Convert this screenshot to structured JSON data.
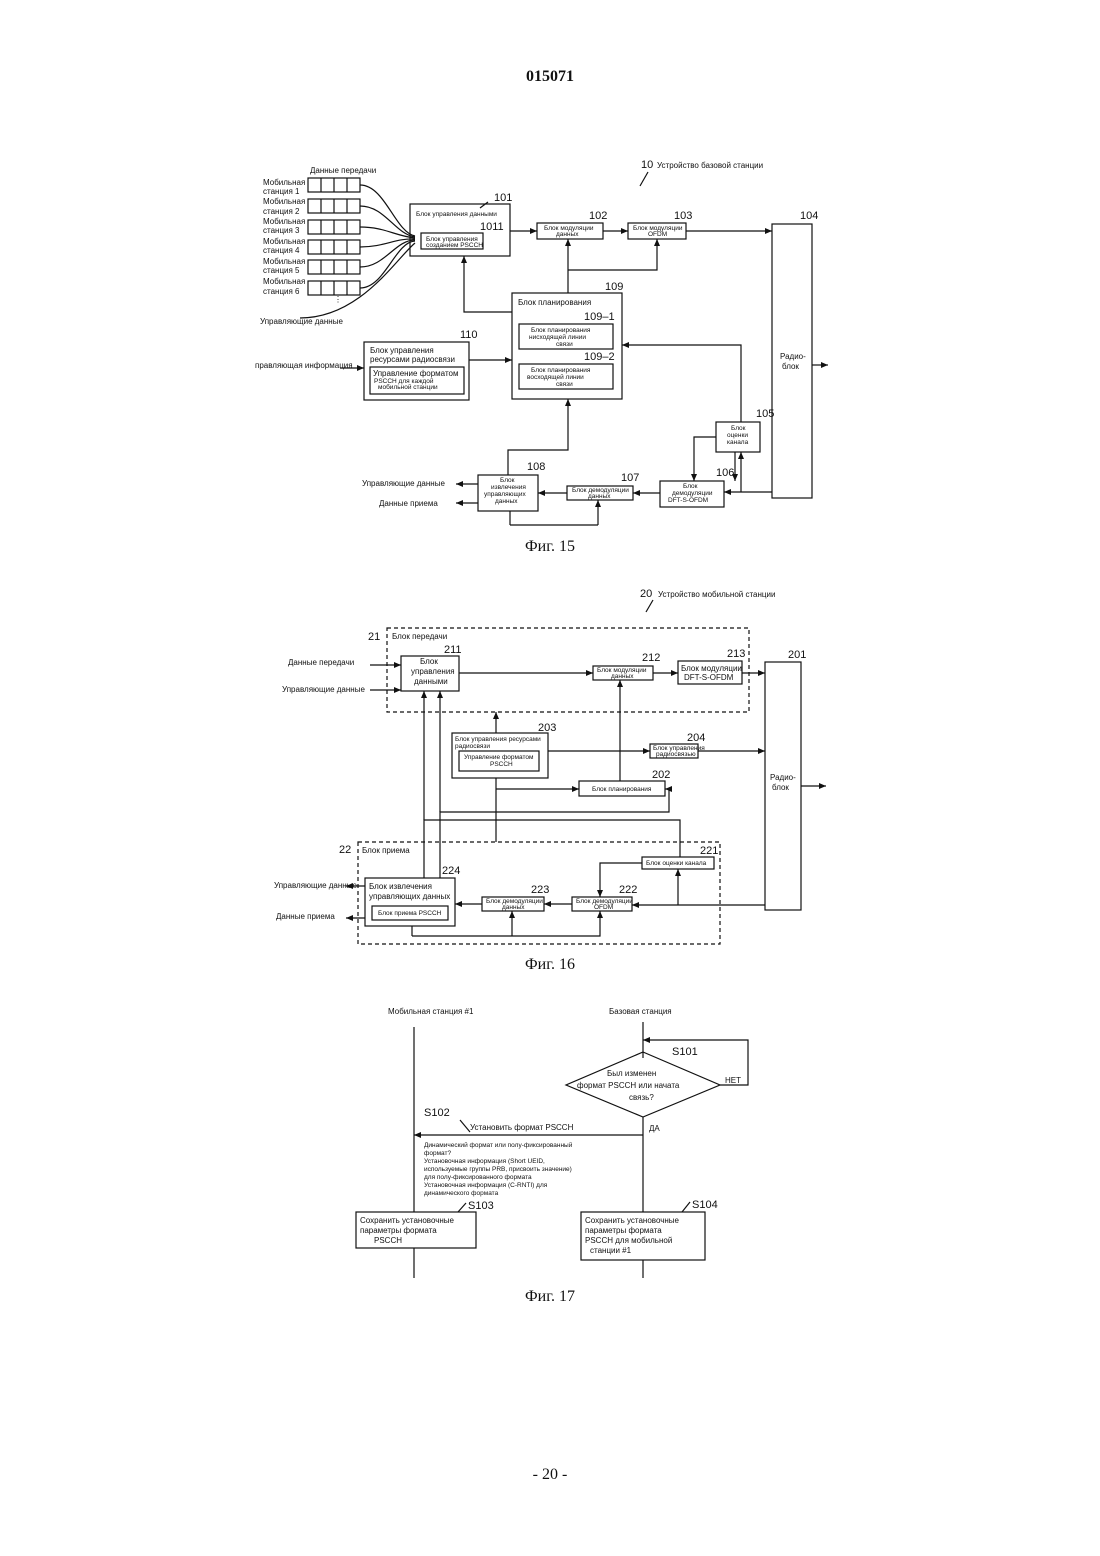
{
  "header": {
    "doc_number": "015071"
  },
  "footer": {
    "page": "- 20 -"
  },
  "fig15": {
    "caption": "Фиг. 15",
    "device": "Устройство базовой станции",
    "device_ref": "10",
    "tx_data_label": "Данные передачи",
    "mobile_stations": [
      [
        "Мобильная",
        "станция 1"
      ],
      [
        "Мобильная",
        "станция 2"
      ],
      [
        "Мобильная",
        "станция 3"
      ],
      [
        "Мобильная",
        "станция 4"
      ],
      [
        "Мобильная",
        "станция 5"
      ],
      [
        "Мобильная",
        "станция 6"
      ]
    ],
    "control_data_in": "Управляющие данные",
    "control_info_in": "правляющая информация",
    "data_ctrl": "Блок управления данными",
    "pscch_ctrl": [
      "Блок управления",
      "созданием PSCCH"
    ],
    "mod_data": [
      "Блок модуляции",
      "данных"
    ],
    "ofdm_mod": [
      "Блок модуляции",
      "OFDM"
    ],
    "radio": [
      "Радио-",
      "блок"
    ],
    "sched": "Блок планирования",
    "dl_sched": [
      "Блок планирования",
      "нисходящей линии",
      "связи"
    ],
    "ul_sched": [
      "Блок планирования",
      "восходящей линии",
      "связи"
    ],
    "rrc": [
      "Блок управления",
      "ресурсами радиосвязи"
    ],
    "fmt_ctrl": [
      "Управление форматом",
      "PSCCH для каждой",
      "мобильной станции"
    ],
    "chan_est": [
      "Блок",
      "оценки",
      "канала"
    ],
    "dfts_demod": [
      "Блок",
      "демодуляции",
      "DFT-S-OFDM"
    ],
    "data_demod": [
      "Блок демодуляции",
      "данных"
    ],
    "extract": [
      "Блок",
      "извлечения",
      "управляющих",
      "данных"
    ],
    "ctrl_out": "Управляющие данные",
    "rx_out": "Данные приема",
    "refs": {
      "r101": "101",
      "r1011": "1011",
      "r102": "102",
      "r103": "103",
      "r104": "104",
      "r109": "109",
      "r109_1": "109–1",
      "r109_2": "109–2",
      "r110": "110",
      "r105": "105",
      "r106": "106",
      "r107": "107",
      "r108": "108"
    }
  },
  "fig16": {
    "caption": "Фиг. 16",
    "device": "Устройство мобильной станции",
    "device_ref": "20",
    "tx_block": "Блок передачи",
    "tx_ref": "21",
    "rx_block": "Блок приема",
    "rx_ref": "22",
    "tx_data_in": "Данные передачи",
    "ctrl_data_in": "Управляющие данные",
    "data_ctrl": [
      "Блок",
      "управления",
      "данными"
    ],
    "mod_data": [
      "Блок модуляции",
      "данных"
    ],
    "dfts_mod": [
      "Блок модуляции",
      "DFT-S-OFDM"
    ],
    "radio": [
      "Радио-",
      "блок"
    ],
    "rrc": [
      "Блок управления ресурсами",
      "радиосвязи"
    ],
    "fmt_ctrl": [
      "Управление форматом",
      "PSCCH"
    ],
    "radio_ctrl": [
      "Блок управления",
      "радиосвязью"
    ],
    "sched": "Блок планирования",
    "chan_est": "Блок оценки канала",
    "ofdm_demod": [
      "Блок демодуляции",
      "OFDM"
    ],
    "data_demod": [
      "Блок демодуляции",
      "данных"
    ],
    "extract": [
      "Блок извлечения",
      "управляющих данных"
    ],
    "pscch_rx": "Блок приема PSCCH",
    "ctrl_out": "Управляющие данные",
    "rx_out": "Данные приема",
    "refs": {
      "r211": "211",
      "r212": "212",
      "r213": "213",
      "r201": "201",
      "r203": "203",
      "r204": "204",
      "r202": "202",
      "r221": "221",
      "r222": "222",
      "r223": "223",
      "r224": "224"
    }
  },
  "fig17": {
    "caption": "Фиг. 17",
    "mobile": "Мобильная станция #1",
    "base": "Базовая станция",
    "decision": [
      "Был изменен",
      "формат PSCCH или начата",
      "связь?"
    ],
    "no": "НЕТ",
    "yes": "ДА",
    "set_format": "Установить формат PSCCH",
    "msg_lines": [
      "Динамический формат или полу-фиксированный",
      "формат?",
      "Установочная информация (Short UEID,",
      "используемые группы PRB, присвоить значение)",
      "для полу-фиксированного формата",
      "Установочная информация (C-RNTI) для",
      "динамического формата"
    ],
    "save_mobile": [
      "Сохранить установочные",
      "параметры формата",
      "PSCCH"
    ],
    "save_base": [
      "Сохранить установочные",
      "параметры формата",
      "PSCCH для мобильной",
      "станции #1"
    ],
    "steps": {
      "s101": "S101",
      "s102": "S102",
      "s103": "S103",
      "s104": "S104"
    }
  }
}
